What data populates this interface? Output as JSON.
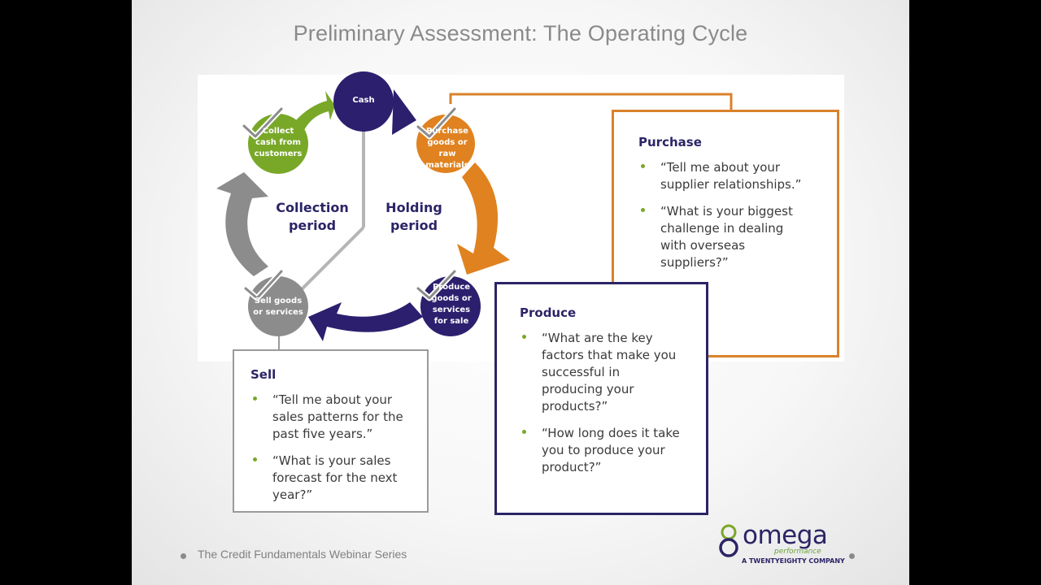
{
  "slide": {
    "title": "Preliminary Assessment: The Operating Cycle",
    "footer": "The Credit Fundamentals Webinar Series"
  },
  "cycle": {
    "nodes": {
      "cash": "Cash",
      "purchase": [
        "Purchase",
        "goods or raw",
        "materials"
      ],
      "produce": [
        "Produce",
        "goods or",
        "services",
        "for sale"
      ],
      "sell": [
        "Sell goods",
        "or services"
      ],
      "collect": [
        "Collect",
        "cash from",
        "customers"
      ]
    },
    "periods": {
      "collection": [
        "Collection",
        "period"
      ],
      "holding": [
        "Holding",
        "period"
      ]
    },
    "colors": {
      "cash": "#2b1f6e",
      "purchase": "#e0821f",
      "produce": "#2b1f6e",
      "sell": "#8c8c8c",
      "collect": "#79a829"
    }
  },
  "callouts": {
    "purchase": {
      "heading": "Purchase",
      "items": [
        "“Tell me about your supplier relationships.”",
        "“What is your biggest challenge in dealing with overseas suppliers?”"
      ]
    },
    "produce": {
      "heading": "Produce",
      "items": [
        "“What are the key factors that make you successful in producing your products?”",
        "“How long does it take you to produce your product?”"
      ]
    },
    "sell": {
      "heading": "Sell",
      "items": [
        "“Tell me about your sales patterns for the past five years.”",
        "“What is your sales forecast for the next year?”"
      ]
    }
  },
  "logo": {
    "word": "omega",
    "sub": "performance",
    "tag": "A TWENTYEIGHTY COMPANY"
  }
}
